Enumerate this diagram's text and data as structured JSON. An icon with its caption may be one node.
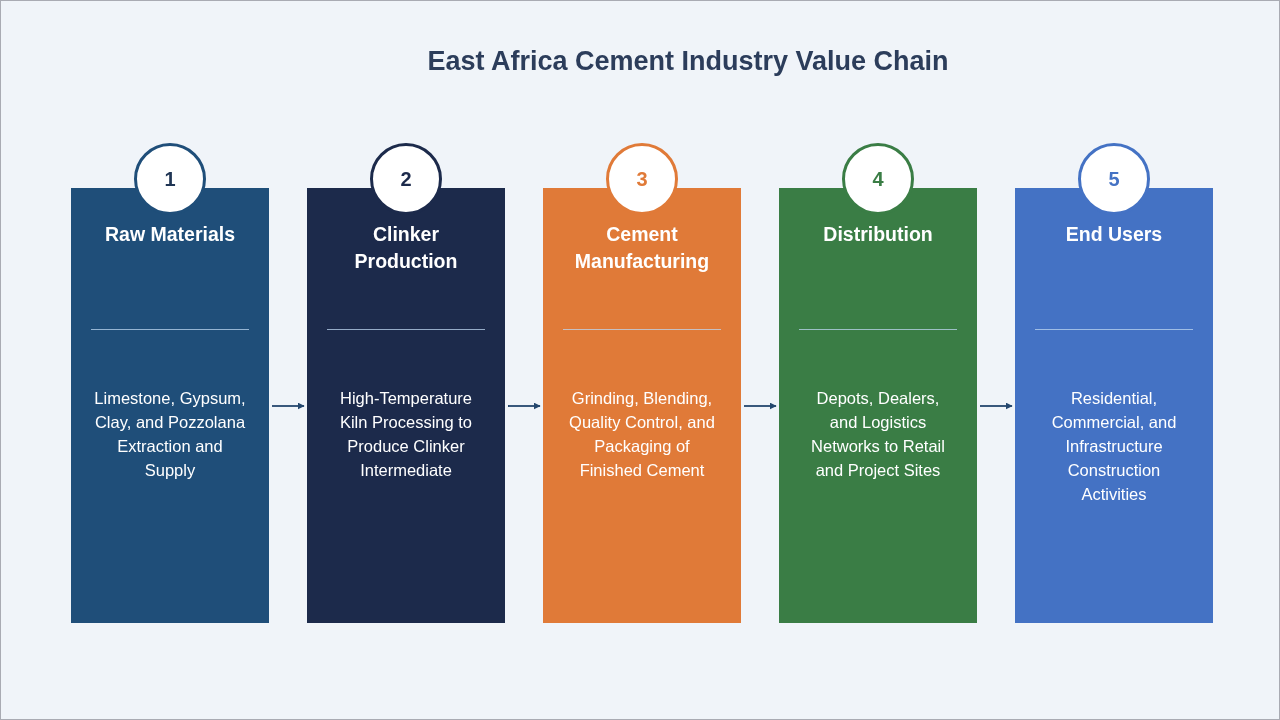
{
  "diagram": {
    "title": "East Africa Cement Industry Value Chain",
    "nodes": [
      {
        "text": [
          "1"
        ]
      },
      {
        "text": [
          "Raw Materials",
          "Limestone, Gypsum, Clay, and Pozzolana Extraction and Supply"
        ]
      },
      {
        "text": [
          "2"
        ]
      },
      {
        "text": [
          "Clinker Production",
          "High-Temperature Kiln Processing to Produce Clinker Intermediate"
        ]
      },
      {
        "text": [
          "3"
        ]
      },
      {
        "text": [
          "Cement Manufacturing",
          "Grinding, Blending, Quality Control, and Packaging of Finished Cement"
        ]
      },
      {
        "text": [
          "4"
        ]
      },
      {
        "text": [
          "Distribution",
          "Depots, Dealers, and Logistics Networks to Retail and Project Sites"
        ]
      },
      {
        "text": [
          "5"
        ]
      },
      {
        "text": [
          "End Users",
          "Residential, Commercial, and Infrastructure Construction Activities"
        ]
      }
    ],
    "edges": [
      {
        "from": 1,
        "to": 3,
        "arrow": "to"
      },
      {
        "from": 3,
        "to": 5,
        "arrow": "to"
      },
      {
        "from": 5,
        "to": 7,
        "arrow": "to"
      },
      {
        "from": 7,
        "to": 9,
        "arrow": "to"
      }
    ]
  }
}
